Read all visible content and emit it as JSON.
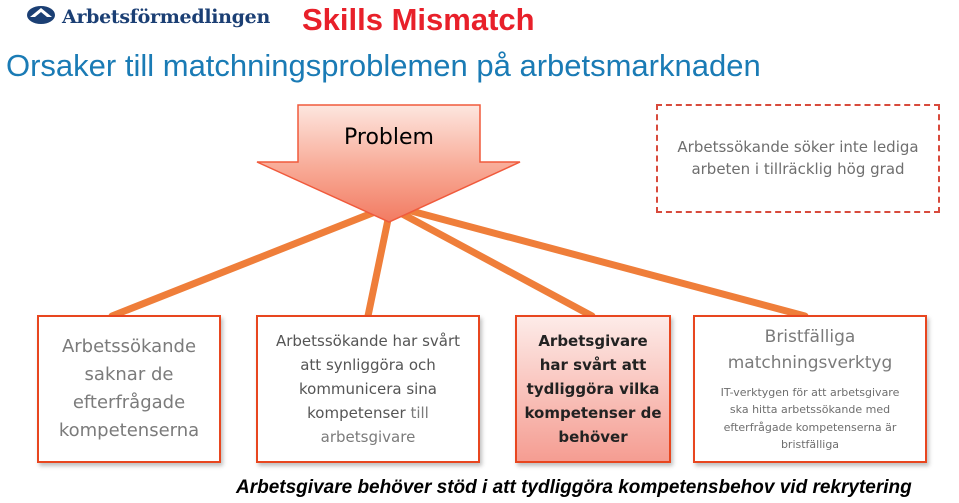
{
  "header": {
    "logo_text": "Arbetsförmedlingen",
    "logo_icon": "arbetsformedlingen-emblem-icon",
    "title": "Skills Mismatch",
    "subtitle": "Orsaker till matchningsproblemen på arbetsmarknaden"
  },
  "colors": {
    "title": "#e8202a",
    "subtitle": "#1a7bb5",
    "arrow": "#f38c74",
    "connector": "#ef7e3a",
    "box_border": "#e8461f",
    "side_box_border": "#d84a3c"
  },
  "diagram": {
    "problem": {
      "label": "Problem"
    },
    "side_box": {
      "lines": [
        "Arbetssökande söker inte lediga",
        "arbeten i tillräcklig hög grad"
      ]
    },
    "boxes": [
      {
        "lines": [
          "Arbetssökande",
          "saknar de",
          "efterfrågade",
          "kompetenserna"
        ]
      },
      {
        "lines": [
          "Arbetssökande har svårt",
          "att synliggöra och",
          "kommunicera sina"
        ],
        "line4_dark": "kompetenser",
        "line4_light": " till",
        "line5": "arbetsgivare"
      },
      {
        "lines": [
          "Arbetsgivare",
          "har svårt att",
          "tydliggöra vilka",
          "kompetenser de",
          "behöver"
        ]
      },
      {
        "heading": [
          "Bristfälliga",
          "matchningsverktyg"
        ],
        "detail": [
          "IT-verktygen för att arbetsgivare",
          "ska hitta arbetssökande med",
          "efterfrågade kompetenserna är",
          "bristfälliga"
        ]
      }
    ]
  },
  "footer": {
    "text": "Arbetsgivare behöver stöd i att tydliggöra kompetensbehov vid rekrytering"
  }
}
